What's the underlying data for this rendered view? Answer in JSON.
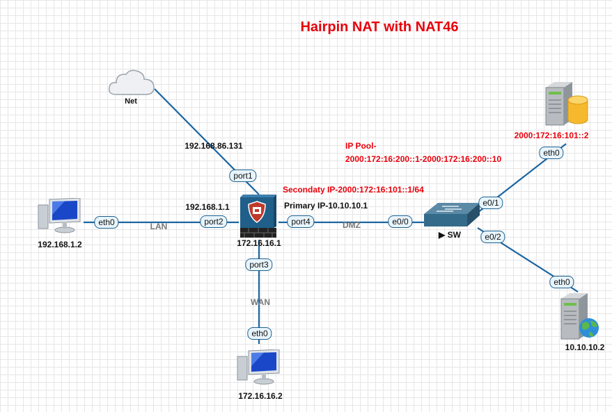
{
  "title": "Hairpin NAT with NAT46",
  "colors": {
    "link": "#1a64a0",
    "accent": "#e8000b"
  },
  "nodes": {
    "cloud": {
      "label": "Net",
      "icon": "cloud-icon"
    },
    "firewall": {
      "label": "172.16.16.1",
      "icon": "firewall-icon"
    },
    "pc_left": {
      "label": "192.168.1.2",
      "icon": "desktop-pc-icon"
    },
    "pc_bottom": {
      "label": "172.16.16.2",
      "icon": "desktop-pc-icon"
    },
    "switch": {
      "label": "SW",
      "icon": "switch-icon"
    },
    "db_server": {
      "label": "2000:172:16:101::2",
      "icon": "database-server-icon"
    },
    "web_server": {
      "label": "10.10.10.2",
      "icon": "web-server-icon"
    }
  },
  "annotations": {
    "wan_ip": "192.168.86.131",
    "lan_ip": "192.168.1.1",
    "secondary_ip": "Secondaty IP-2000:172:16:101::1/64",
    "primary_ip": "Primary IP-10.10.10.1",
    "ip_pool_label": "IP Pool-",
    "ip_pool_range": "2000:172:16:200::1-2000:172:16:200::10"
  },
  "links": {
    "lan": "LAN",
    "dmz": "DMZ",
    "wan": "WAN"
  },
  "interfaces": {
    "port1": "port1",
    "port2": "port2",
    "port3": "port3",
    "port4": "port4",
    "pc_left_eth0": "eth0",
    "pc_bottom_eth0": "eth0",
    "sw_e00": "e0/0",
    "sw_e01": "e0/1",
    "sw_e02": "e0/2",
    "db_eth0": "eth0",
    "web_eth0": "eth0"
  }
}
